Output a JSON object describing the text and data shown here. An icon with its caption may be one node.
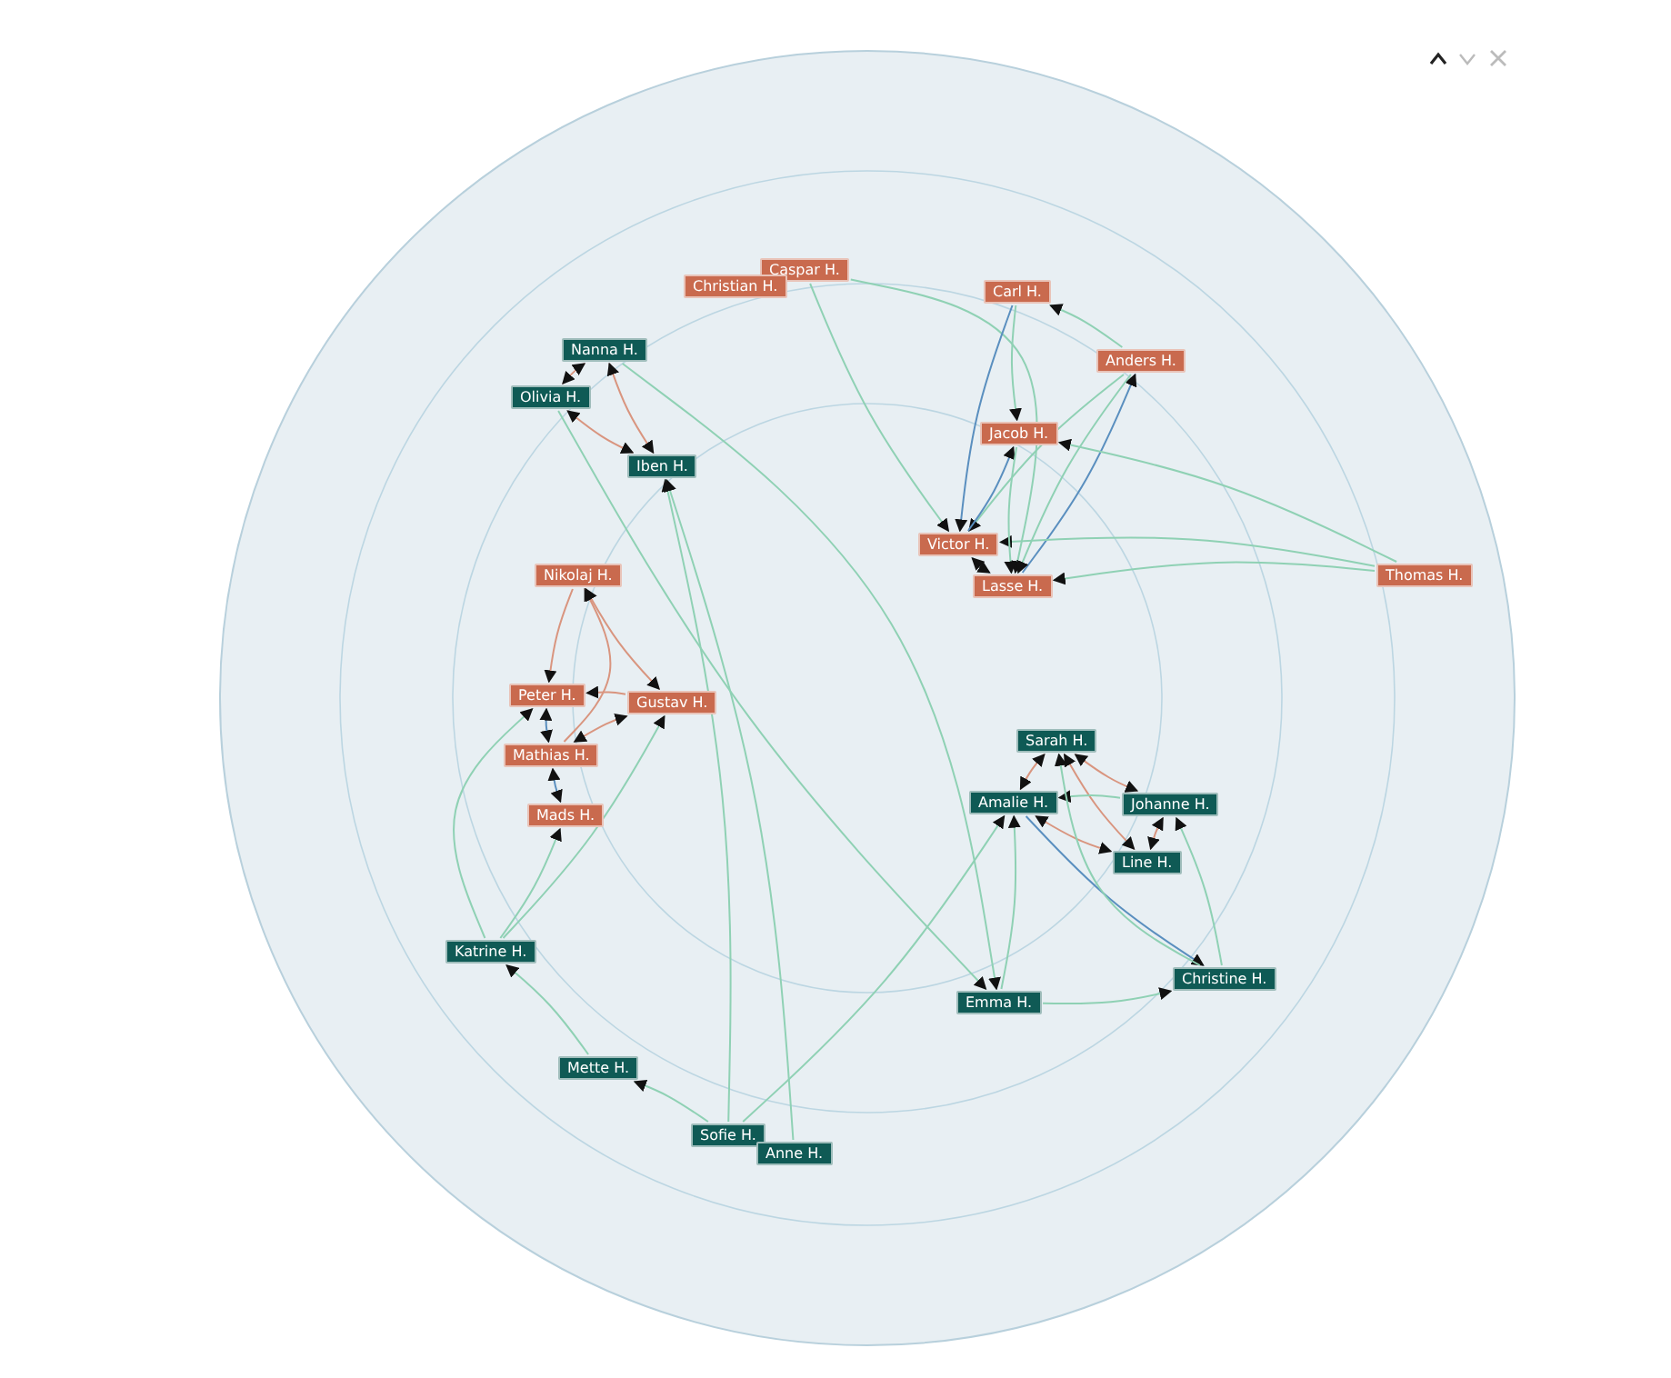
{
  "diagram": {
    "nodes": [
      {
        "text": [
          "Caspar H."
        ]
      },
      {
        "text": [
          "Christian H."
        ]
      },
      {
        "text": [
          "Carl H."
        ]
      },
      {
        "text": [
          "Anders H."
        ]
      },
      {
        "text": [
          "Nanna H."
        ]
      },
      {
        "text": [
          "Olivia H."
        ]
      },
      {
        "text": [
          "Jacob H."
        ]
      },
      {
        "text": [
          "Iben H."
        ]
      },
      {
        "text": [
          "Victor H."
        ]
      },
      {
        "text": [
          "Thomas H."
        ]
      },
      {
        "text": [
          "Nikolaj H."
        ]
      },
      {
        "text": [
          "Lasse H."
        ]
      },
      {
        "text": [
          "Peter H."
        ]
      },
      {
        "text": [
          "Gustav H."
        ]
      },
      {
        "text": [
          "Sarah H."
        ]
      },
      {
        "text": [
          "Mathias H."
        ]
      },
      {
        "text": [
          "Amalie H."
        ]
      },
      {
        "text": [
          "Johanne H."
        ]
      },
      {
        "text": [
          "Mads H."
        ]
      },
      {
        "text": [
          "Line H."
        ]
      },
      {
        "text": [
          "Katrine H."
        ]
      },
      {
        "text": [
          "Emma H."
        ]
      },
      {
        "text": [
          "Christine H."
        ]
      },
      {
        "text": [
          "Mette H."
        ]
      },
      {
        "text": [
          "Sofie H."
        ]
      },
      {
        "text": [
          "Anne H."
        ]
      }
    ],
    "edges": [
      {
        "from": 4,
        "to": 5,
        "arrow": "both",
        "color": "#d9957f"
      },
      {
        "from": 5,
        "to": 7,
        "arrow": "both",
        "color": "#d9957f"
      },
      {
        "from": 4,
        "to": 7,
        "arrow": "both",
        "color": "#d9957f"
      },
      {
        "from": 0,
        "to": 8,
        "arrow": "to"
      },
      {
        "from": 0,
        "to": 11,
        "arrow": "to"
      },
      {
        "from": 2,
        "to": 6,
        "arrow": "to"
      },
      {
        "from": 2,
        "to": 8,
        "arrow": "to",
        "color": "#5a8fbf"
      },
      {
        "from": 3,
        "to": 2,
        "arrow": "to"
      },
      {
        "from": 11,
        "to": 3,
        "arrow": "to",
        "color": "#5a8fbf"
      },
      {
        "from": 3,
        "to": 8,
        "arrow": "to"
      },
      {
        "from": 3,
        "to": 11,
        "arrow": "to"
      },
      {
        "from": 9,
        "to": 6,
        "arrow": "to"
      },
      {
        "from": 9,
        "to": 8,
        "arrow": "to"
      },
      {
        "from": 9,
        "to": 11,
        "arrow": "to"
      },
      {
        "from": 8,
        "to": 6,
        "arrow": "to",
        "color": "#5a8fbf"
      },
      {
        "from": 8,
        "to": 11,
        "arrow": "both",
        "color": "#5a8fbf"
      },
      {
        "from": 6,
        "to": 11,
        "arrow": "to"
      },
      {
        "from": 5,
        "to": 21,
        "arrow": "to"
      },
      {
        "from": 4,
        "to": 21,
        "arrow": "to"
      },
      {
        "from": 24,
        "to": 7,
        "arrow": "to"
      },
      {
        "from": 25,
        "to": 7,
        "arrow": "to"
      },
      {
        "from": 24,
        "to": 16,
        "arrow": "to"
      },
      {
        "from": 24,
        "to": 23,
        "arrow": "to"
      },
      {
        "from": 23,
        "to": 20,
        "arrow": "to"
      },
      {
        "from": 20,
        "to": 13,
        "arrow": "to"
      },
      {
        "from": 20,
        "to": 12,
        "arrow": "to"
      },
      {
        "from": 20,
        "to": 18,
        "arrow": "to"
      },
      {
        "from": 10,
        "to": 12,
        "arrow": "to",
        "color": "#d9957f"
      },
      {
        "from": 15,
        "to": 10,
        "arrow": "to",
        "color": "#d9957f"
      },
      {
        "from": 10,
        "to": 13,
        "arrow": "both",
        "color": "#d9957f"
      },
      {
        "from": 13,
        "to": 12,
        "arrow": "to",
        "color": "#d9957f"
      },
      {
        "from": 13,
        "to": 15,
        "arrow": "both",
        "color": "#d9957f"
      },
      {
        "from": 12,
        "to": 15,
        "arrow": "both",
        "color": "#5a8fbf"
      },
      {
        "from": 15,
        "to": 18,
        "arrow": "both",
        "color": "#5a8fbf"
      },
      {
        "from": 14,
        "to": 16,
        "arrow": "both",
        "color": "#d9957f"
      },
      {
        "from": 14,
        "to": 17,
        "arrow": "both",
        "color": "#d9957f"
      },
      {
        "from": 14,
        "to": 19,
        "arrow": "both",
        "color": "#d9957f"
      },
      {
        "from": 17,
        "to": 16,
        "arrow": "to"
      },
      {
        "from": 16,
        "to": 19,
        "arrow": "both",
        "color": "#d9957f"
      },
      {
        "from": 17,
        "to": 19,
        "arrow": "both",
        "color": "#d9957f"
      },
      {
        "from": 16,
        "to": 22,
        "arrow": "to",
        "color": "#5a8fbf"
      },
      {
        "from": 22,
        "to": 17,
        "arrow": "to"
      },
      {
        "from": 22,
        "to": 14,
        "arrow": "to"
      },
      {
        "from": 21,
        "to": 16,
        "arrow": "to"
      },
      {
        "from": 21,
        "to": 22,
        "arrow": "to"
      }
    ]
  }
}
